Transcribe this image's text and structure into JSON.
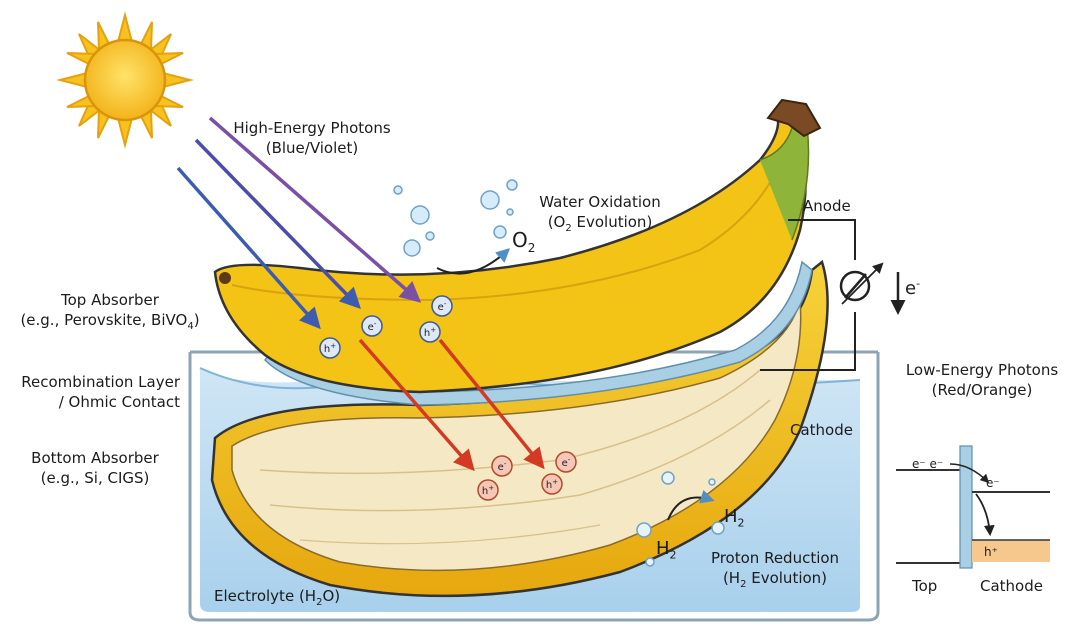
{
  "labels": {
    "high_energy_line1": "High-Energy Photons",
    "high_energy_line2": "(Blue/Violet)",
    "water_ox_line1": "Water Oxidation",
    "water_ox_line2_prefix": "(O",
    "water_ox_line2_sub": "2",
    "water_ox_line2_suffix": " Evolution)",
    "o2_main": "O",
    "o2_sub": "2",
    "anode": "Anode",
    "electron_flow": "e",
    "electron_flow_sup": "-",
    "top_absorber_line1": "Top Absorber",
    "top_absorber_line2_prefix": "(e.g., Perovskite, BiVO",
    "top_absorber_line2_sub": "4",
    "top_absorber_line2_suffix": ")",
    "recomb_line1": "Recombination Layer",
    "recomb_line2": "/ Ohmic Contact",
    "low_energy_line1": "Low-Energy Photons",
    "low_energy_line2": "(Red/Orange)",
    "cathode": "Cathode",
    "bottom_absorber_line1": "Bottom Absorber",
    "bottom_absorber_line2": "(e.g., Si, CIGS)",
    "h2_upper_main": "H",
    "h2_upper_sub": "2",
    "h2_lower_main": "H",
    "h2_lower_sub": "2",
    "proton_line1": "Proton Reduction",
    "proton_line2_prefix": "(H",
    "proton_line2_sub": "2",
    "proton_line2_suffix": " Evolution)",
    "electrolyte_prefix": "Electrolyte (H",
    "electrolyte_sub": "2",
    "electrolyte_suffix": "O)"
  },
  "carriers": {
    "electron": "e",
    "electron_sup": "-",
    "hole": "h",
    "hole_sup": "+"
  },
  "band_diagram": {
    "electron_pair": "e⁻ e⁻",
    "electron_transfer": "e⁻",
    "hole": "h⁺",
    "top_label": "Top",
    "cathode_label": "Cathode"
  },
  "colors": {
    "banana_yellow": "#f3c316",
    "banana_flesh": "#f5e8c4",
    "water": "#bfdcf0",
    "blue_photon": "#3d5cb0",
    "violet_photon": "#7a4fa6",
    "red_photon": "#d23a24",
    "sun": "#f7c21d",
    "hole_band": "#f6c88d",
    "interface": "#a9cfe4"
  }
}
